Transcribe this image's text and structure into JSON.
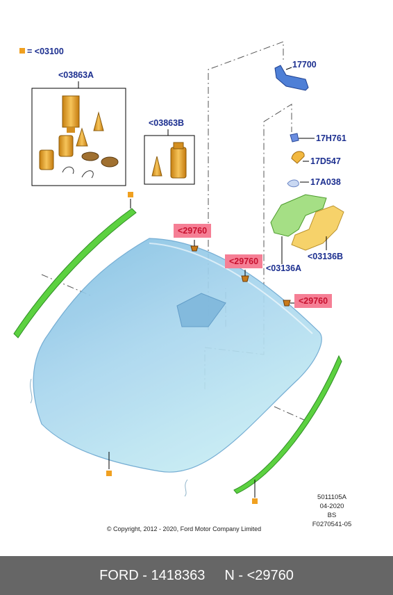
{
  "legend": {
    "text": "= <03100",
    "marker_color": "#f0a020"
  },
  "labels": {
    "k03863a": "<03863A",
    "k03863b": "<03863B",
    "k17700": "17700",
    "k17h761": "17H761",
    "k17d547": "17D547",
    "k17a038": "17A038",
    "k03136a": "<03136A",
    "k03136b": "<03136B",
    "k29760_1": "<29760",
    "k29760_2": "<29760",
    "k29760_3": "<29760"
  },
  "meta": {
    "code": "5011105A",
    "date": "04-2020",
    "bs": "BS",
    "ref": "F0270541-05"
  },
  "copyright": "© Copyright, 2012 - 2020, Ford Motor Company Limited",
  "footer": {
    "part": "FORD - 1418363",
    "note": "N - <29760"
  },
  "colors": {
    "label_blue": "#1b2e8f",
    "highlight_pink": "#f57f95",
    "highlight_text": "#c8102e",
    "glass_blue": "#9fd0ea",
    "moulding_green": "#5cd140",
    "footer_gray": "#666666"
  }
}
